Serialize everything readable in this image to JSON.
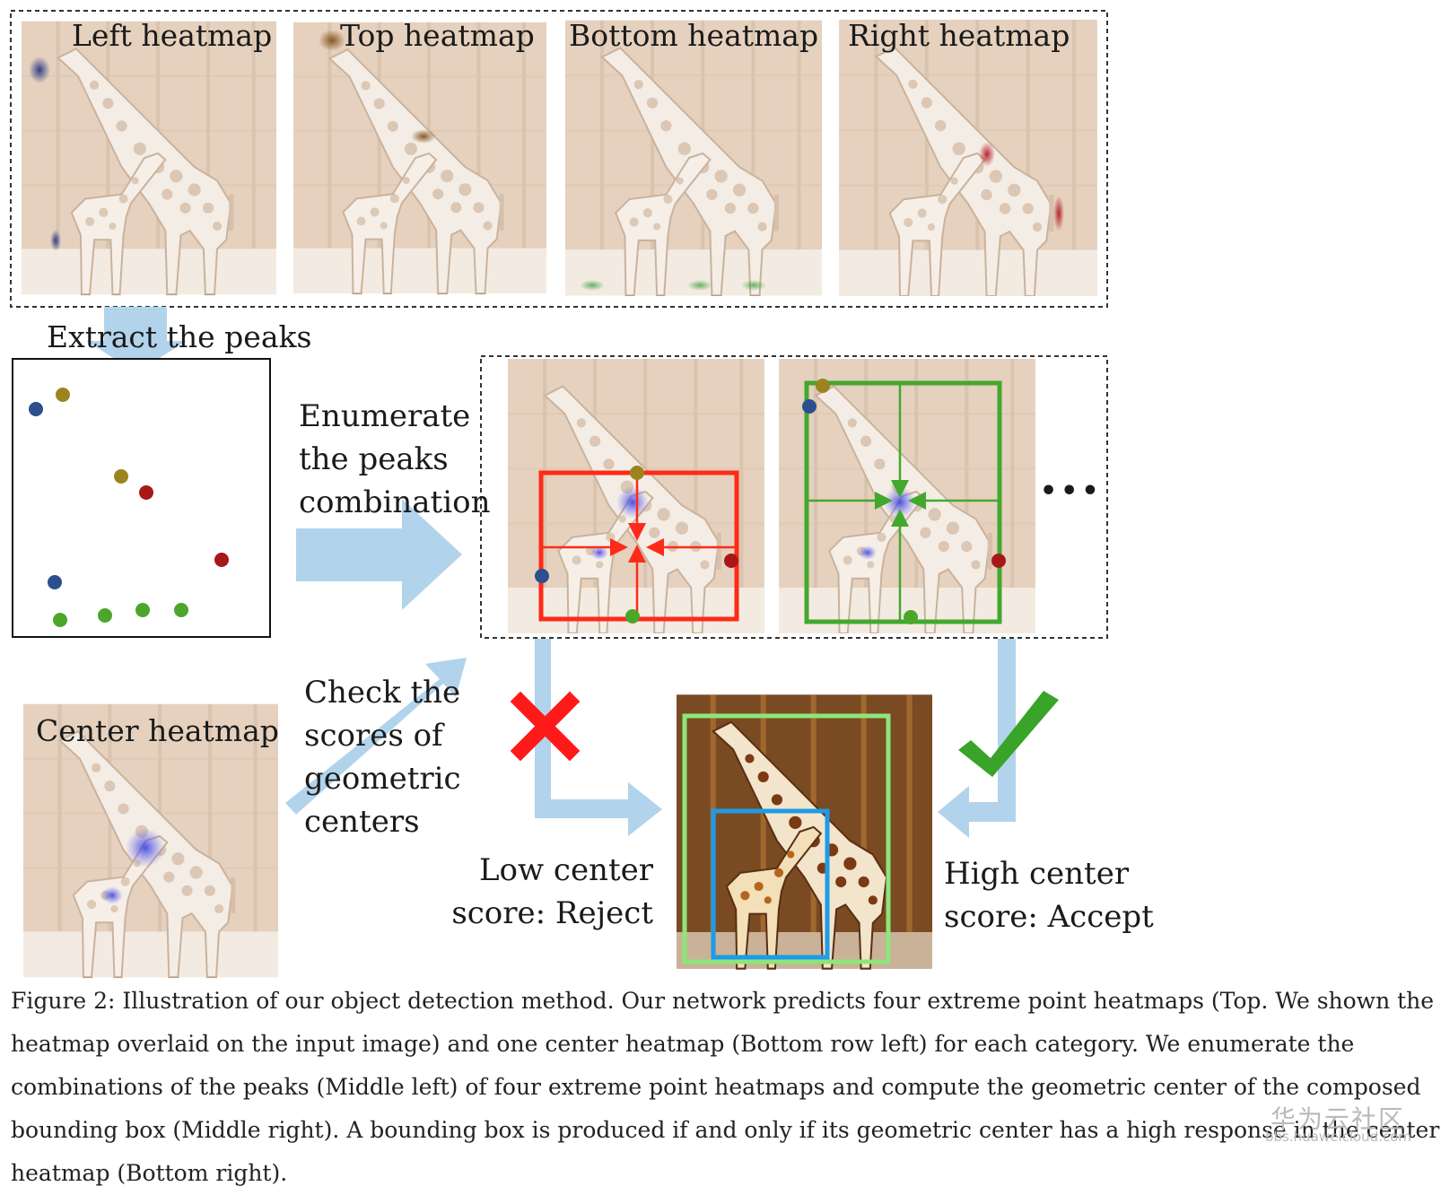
{
  "heatmaps": {
    "left": "Left heatmap",
    "top": "Top heatmap",
    "bottom": "Bottom heatmap",
    "right": "Right heatmap",
    "center": "Center heatmap"
  },
  "steps": {
    "extract": "Extract the peaks",
    "enumerate": [
      "Enumerate",
      "the peaks",
      "combination"
    ],
    "check": [
      "Check the",
      "scores of",
      "geometric",
      "centers"
    ],
    "ellipsis": "•••"
  },
  "outcomes": {
    "reject": [
      "Low center",
      "score: Reject"
    ],
    "accept": [
      "High center",
      "score: Accept"
    ]
  },
  "caption": [
    "Figure 2: Illustration of our object detection method. Our network predicts four extreme point heatmaps (Top. We shown the",
    "heatmap overlaid on the input image) and one center heatmap (Bottom row left) for each category. We enumerate the",
    "combinations of the peaks (Middle left) of four extreme point heatmaps and compute the geometric center of the composed",
    "bounding box (Middle right). A bounding box is produced if and only if its geometric center has a high response in the center",
    "heatmap (Bottom right)."
  ],
  "watermark": {
    "cn": "华为云社区",
    "url": "bbs.huaweicloud.com"
  },
  "colors": {
    "left_peak": "#2b4f8f",
    "top_peak": "#9b8420",
    "bottom_peak": "#4ca62a",
    "right_peak": "#a81818",
    "reject_box": "#ff2a18",
    "accept_box": "#43a82e",
    "arrow": "#b2d3ec"
  }
}
